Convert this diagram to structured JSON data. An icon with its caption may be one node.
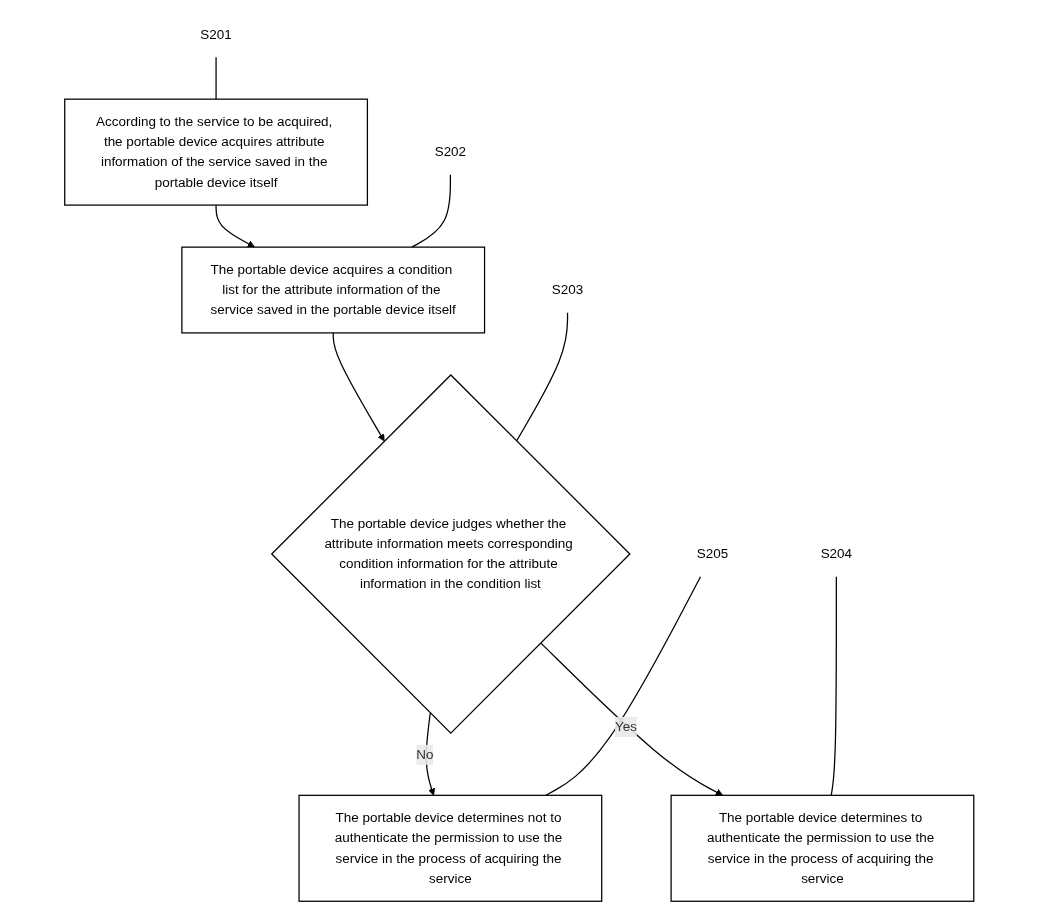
{
  "diagram": {
    "nodes": [
      {
        "text": [
          "According to the service to be acquired, the portable device acquires attribute information of the service saved in the portable device itself"
        ]
      },
      {
        "text": [
          "S201"
        ]
      },
      {
        "text": [
          "The portable device acquires a condition list for the attribute information of the service saved in the portable device itself"
        ]
      },
      {
        "text": [
          "S202"
        ]
      },
      {
        "text": [
          "The portable device judges whether the attribute information meets corresponding condition information for the attribute information in the condition list"
        ]
      },
      {
        "text": [
          "S203"
        ]
      },
      {
        "text": [
          "S205"
        ]
      },
      {
        "text": [
          "The portable device determines not to authenticate the permission to use the service in the process of acquiring the service"
        ]
      },
      {
        "text": [
          "S204"
        ]
      },
      {
        "text": [
          "The portable device determines to authenticate the permission to use the service in the process of acquiring the service"
        ]
      }
    ],
    "edges": [
      {
        "from": 0,
        "to": 2,
        "arrow": "to"
      },
      {
        "from": 2,
        "to": 4,
        "arrow": "to"
      },
      {
        "from": 4,
        "to": 7,
        "arrow": "to",
        "label": "No"
      },
      {
        "from": 4,
        "to": 9,
        "arrow": "to",
        "label": "Yes"
      },
      {
        "from": 1,
        "to": 0,
        "arrow": "none"
      },
      {
        "from": 3,
        "to": 2,
        "arrow": "none"
      },
      {
        "from": 5,
        "to": 4,
        "arrow": "none"
      },
      {
        "from": 6,
        "to": 7,
        "arrow": "none"
      },
      {
        "from": 8,
        "to": 9,
        "arrow": "none"
      }
    ]
  }
}
